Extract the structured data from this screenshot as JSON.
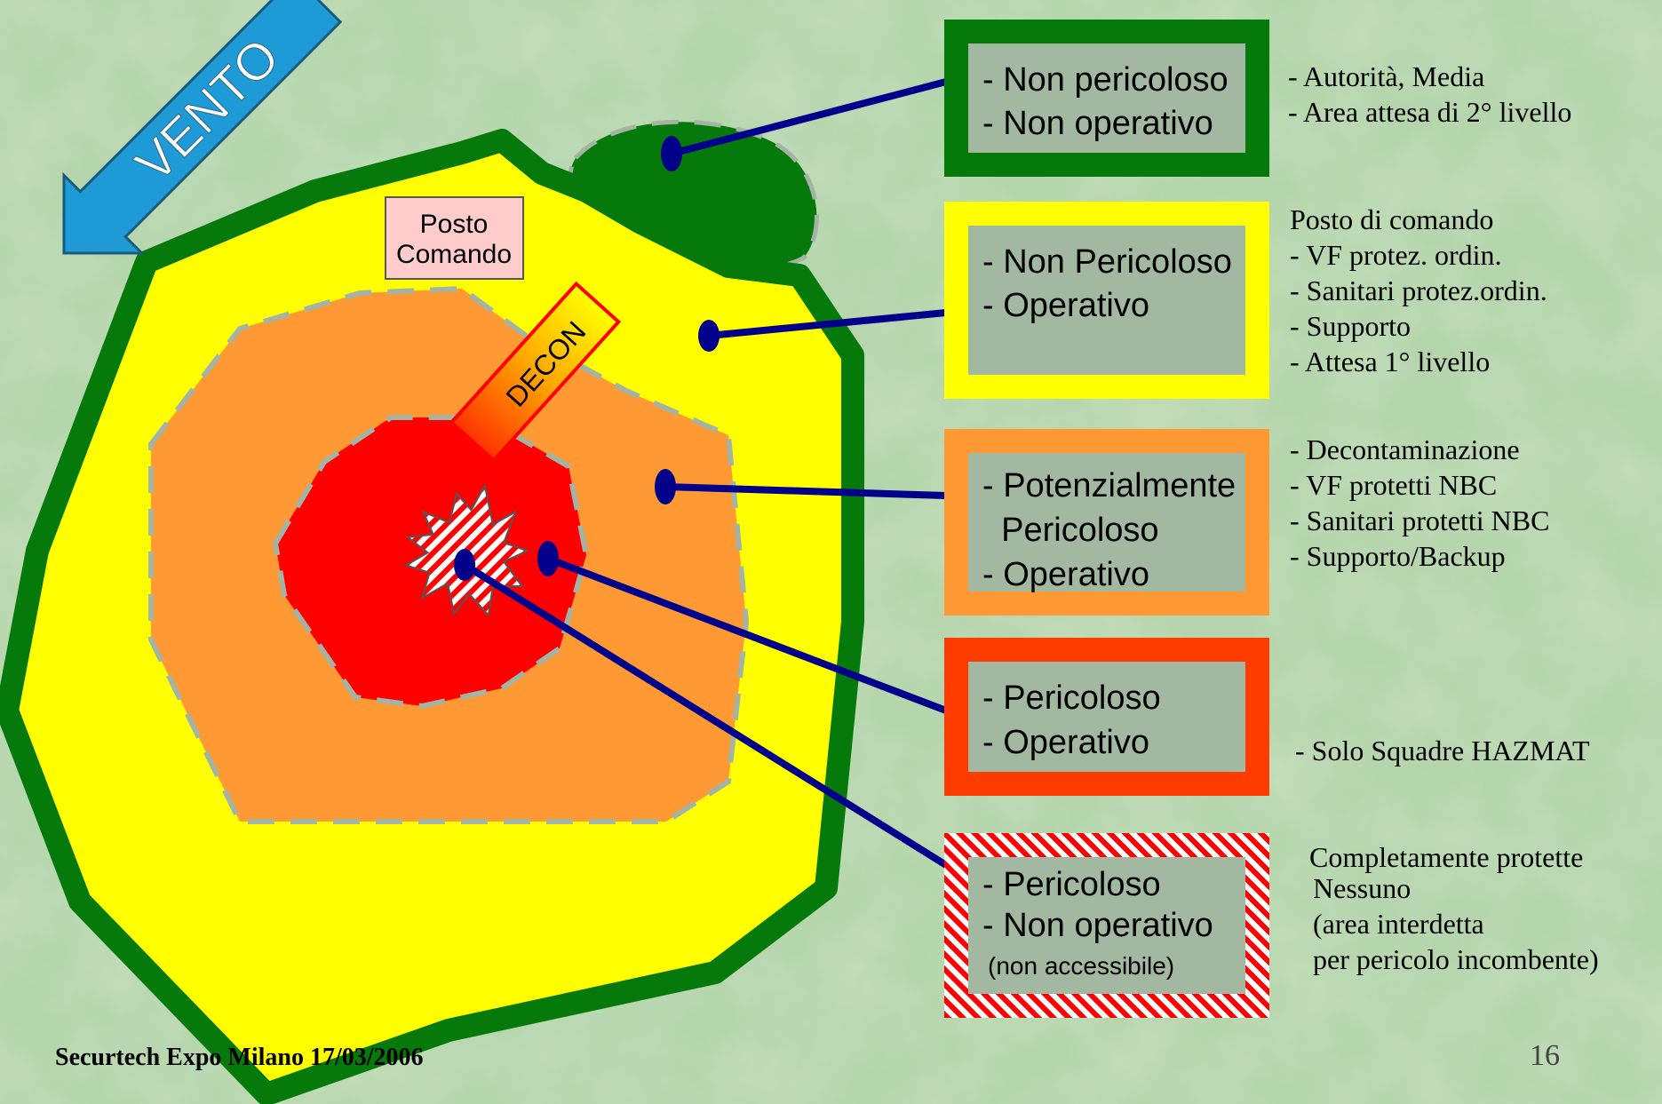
{
  "wind": {
    "label": "VENTO"
  },
  "command_post": {
    "line1": "Posto",
    "line2": "Comando"
  },
  "decon": {
    "label": "DECON"
  },
  "legend": [
    {
      "id": "green",
      "lines": [
        "- Non pericoloso",
        "- Non operativo"
      ],
      "desc": [
        "- Autorità, Media",
        "- Area attesa di 2° livello"
      ]
    },
    {
      "id": "yellow",
      "lines": [
        "- Non Pericoloso",
        "- Operativo"
      ],
      "desc": [
        "Posto di comando",
        "- VF protez. ordin.",
        "- Sanitari protez.ordin.",
        "- Supporto",
        "- Attesa 1° livello"
      ]
    },
    {
      "id": "orange",
      "lines": [
        "- Potenzialmente",
        "  Pericoloso",
        "- Operativo"
      ],
      "desc": [
        "- Decontaminazione",
        "- VF protetti NBC",
        "- Sanitari protetti NBC",
        "- Supporto/Backup"
      ]
    },
    {
      "id": "red",
      "lines": [
        "- Pericoloso",
        "- Operativo"
      ],
      "desc": [
        "- Solo Squadre HAZMAT",
        "  Completamente protette"
      ]
    },
    {
      "id": "hatched",
      "lines": [
        "- Pericoloso",
        "- Non operativo",
        "(non accessibile)"
      ],
      "desc": [
        "Nessuno",
        "(area interdetta",
        "per pericolo incombente)"
      ]
    }
  ],
  "colors": {
    "green": "#057a0b",
    "yellow": "#ffff00",
    "orange": "#ff9933",
    "red": "#ff0000",
    "red_frame": "#ff3c00",
    "connector": "#00008b",
    "legend_fill": "#a3b8a0",
    "dashed_border": "#a5b3a5"
  },
  "footer": {
    "text": "Securtech Expo Milano 17/03/2006"
  },
  "page_number": "16"
}
